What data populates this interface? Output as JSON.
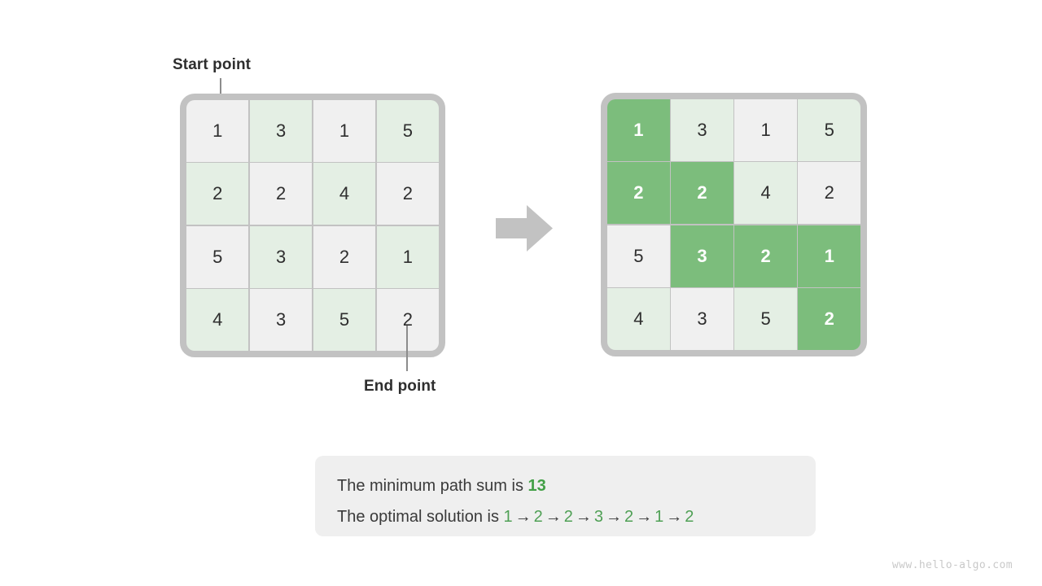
{
  "labels": {
    "start_point": "Start point",
    "end_point": "End point"
  },
  "grids": {
    "input": {
      "rows": [
        [
          "1",
          "3",
          "1",
          "5"
        ],
        [
          "2",
          "2",
          "4",
          "2"
        ],
        [
          "5",
          "3",
          "2",
          "1"
        ],
        [
          "4",
          "3",
          "5",
          "2"
        ]
      ]
    },
    "solution": {
      "rows": [
        [
          "1",
          "3",
          "1",
          "5"
        ],
        [
          "2",
          "2",
          "4",
          "2"
        ],
        [
          "5",
          "3",
          "2",
          "1"
        ],
        [
          "4",
          "3",
          "5",
          "2"
        ]
      ],
      "path_cells": [
        [
          0,
          0
        ],
        [
          1,
          0
        ],
        [
          1,
          1
        ],
        [
          2,
          1
        ],
        [
          2,
          2
        ],
        [
          2,
          3
        ],
        [
          3,
          3
        ]
      ]
    }
  },
  "result": {
    "sum_prefix": "The minimum path sum is ",
    "sum_value": "13",
    "solution_prefix": "The optimal solution is ",
    "solution_path": [
      "1",
      "2",
      "2",
      "3",
      "2",
      "1",
      "2"
    ],
    "arrow_glyph": "→"
  },
  "watermark": "www.hello-algo.com",
  "colors": {
    "cell_gray": "#f0f0f0",
    "cell_green_tint": "#e4efe4",
    "cell_path_green": "#7cbd7c",
    "frame_gray": "#c2c2c2",
    "accent_green": "#43a047",
    "path_text_green": "#4fa055",
    "text_dark": "#2e2e2e",
    "arrow_gray": "#c2c2c2"
  }
}
